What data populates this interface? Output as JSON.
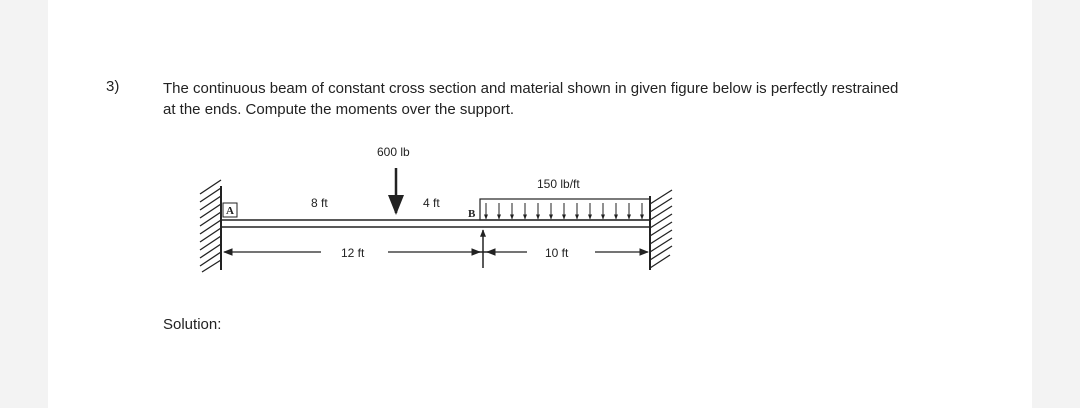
{
  "question": {
    "number": "3)",
    "text_line1": "The continuous beam of constant cross section and material shown in given figure below is perfectly restrained",
    "text_line2": "at the ends. Compute the moments over the support."
  },
  "figure": {
    "point_load": "600 lb",
    "distributed_load": "150 lb/ft",
    "support_a": "A",
    "support_b": "B",
    "dim_left_to_load": "8 ft",
    "dim_load_to_b": "4 ft",
    "span_ab": "12 ft",
    "span_b_end": "10 ft"
  },
  "solution_label": "Solution:"
}
